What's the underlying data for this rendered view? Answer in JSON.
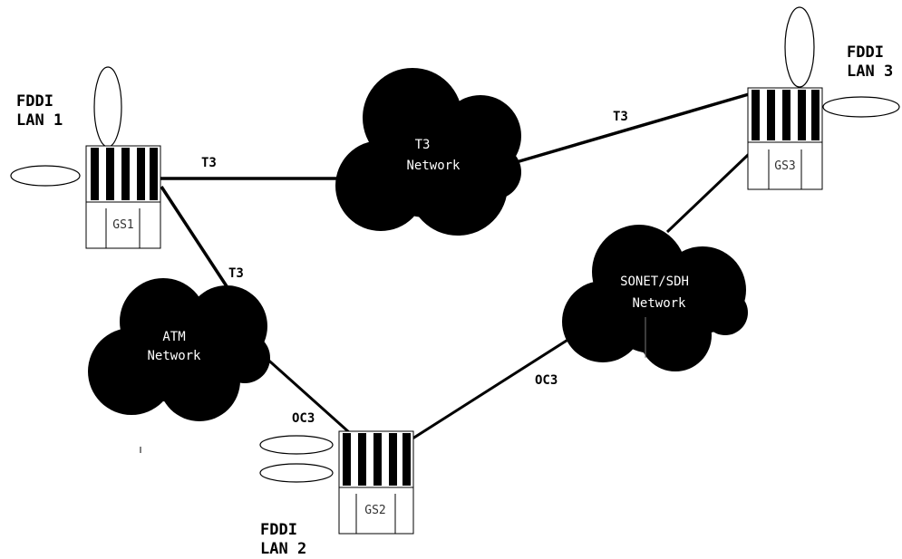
{
  "lans": {
    "lan1": {
      "line1": "FDDI",
      "line2": "LAN 1"
    },
    "lan2": {
      "line1": "FDDI",
      "line2": "LAN 2"
    },
    "lan3": {
      "line1": "FDDI",
      "line2": "LAN 3"
    }
  },
  "switches": {
    "gs1": "GS1",
    "gs2": "GS2",
    "gs3": "GS3"
  },
  "clouds": {
    "t3": {
      "line1": "T3",
      "line2": "Network"
    },
    "atm": {
      "line1": "ATM",
      "line2": "Network"
    },
    "sonet": {
      "line1": "SONET/SDH",
      "line2": "Network"
    }
  },
  "links": {
    "gs1_t3cloud": "T3",
    "t3cloud_gs3": "T3",
    "gs1_atm": "T3",
    "atm_gs2": "OC3",
    "gs2_sonet": "OC3"
  }
}
